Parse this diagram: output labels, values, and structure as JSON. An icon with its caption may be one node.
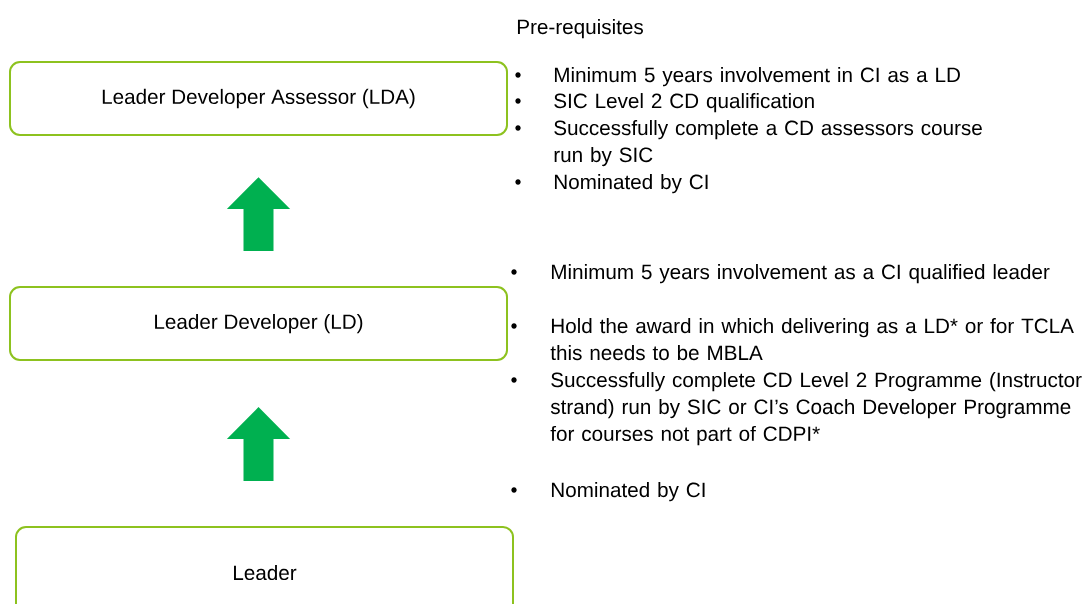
{
  "diagram": {
    "nodes": [
      {
        "text": [
          "Leader Developer Assessor (LDA)"
        ]
      },
      {
        "text": [
          "Leader Developer (LD)"
        ]
      },
      {
        "text": [
          "Leader"
        ]
      }
    ],
    "edges": [
      {
        "from": 2,
        "to": 1,
        "arrow": "to"
      },
      {
        "from": 1,
        "to": 0,
        "arrow": "to"
      }
    ],
    "labels": [
      "Pre-requisites",
      "Minimum 5 years involvement in CI as a LD",
      "SIC Level 2 CD qualification",
      "Successfully complete a CD assessors course run by SIC",
      "Nominated by CI",
      "Minimum 5 years involvement as a CI qualified leader",
      "Hold the award in which delivering as a LD* or for TCLA this needs to be MBLA",
      "Successfully complete CD Level 2 Programme (Instructor strand) run by SIC or CI’s Coach Developer Programme for courses not part of CDPI*",
      "Nominated by CI"
    ]
  }
}
